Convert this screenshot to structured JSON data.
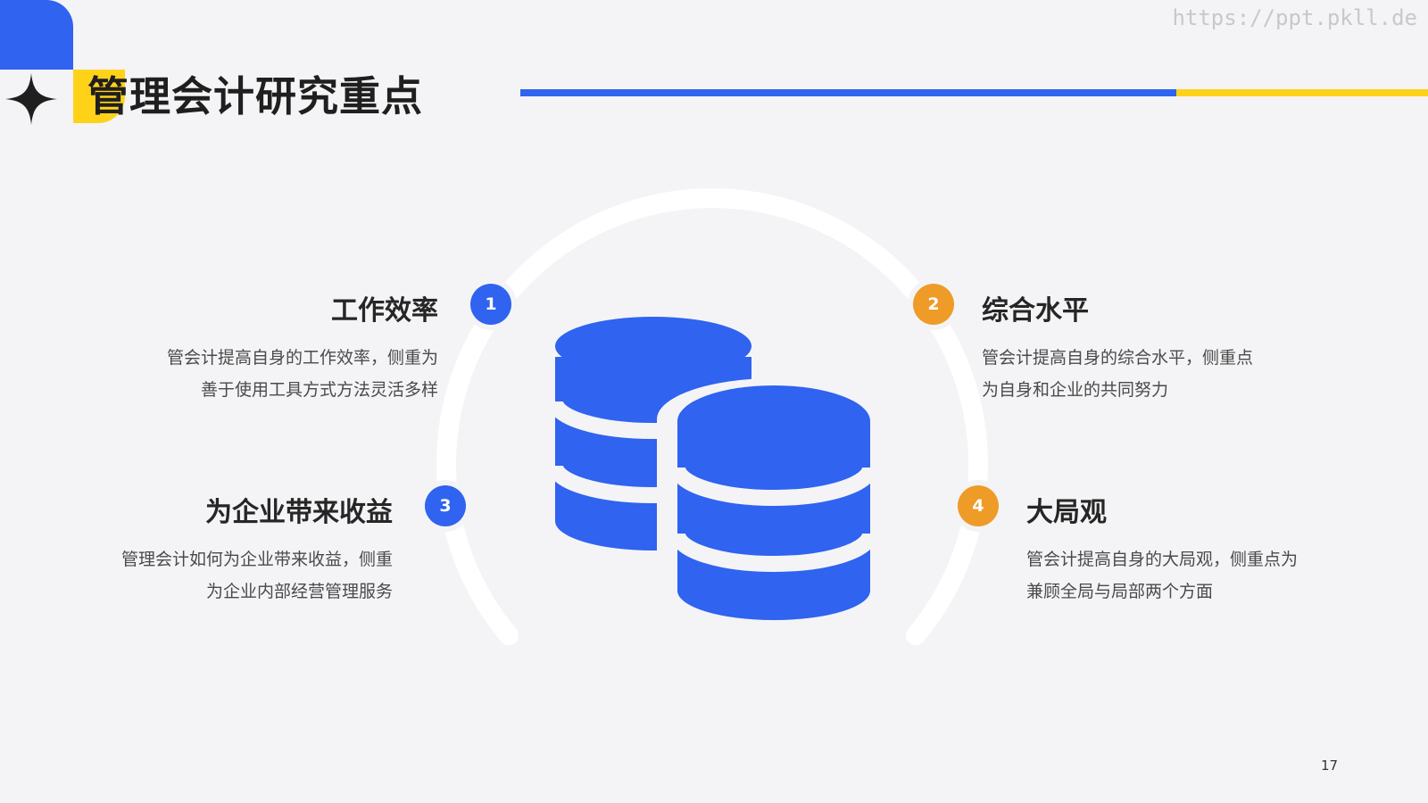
{
  "header": {
    "title": "管理会计研究重点",
    "watermark": "https://ppt.pkll.de"
  },
  "points": [
    {
      "number": "1",
      "title": "工作效率",
      "desc": "管会计提高自身的工作效率，侧重为善于使用工具方式方法灵活多样"
    },
    {
      "number": "2",
      "title": "综合水平",
      "desc": "管会计提高自身的综合水平，侧重点为自身和企业的共同努力"
    },
    {
      "number": "3",
      "title": "为企业带来收益",
      "desc": "管理会计如何为企业带来收益，侧重为企业内部经营管理服务"
    },
    {
      "number": "4",
      "title": "大局观",
      "desc": "管会计提高自身的大局观，侧重点为兼顾全局与局部两个方面"
    }
  ],
  "icons": {
    "decoration": "four-point-star-icon",
    "center": "database-stack-icon"
  },
  "colors": {
    "blue": "#2f63f0",
    "yellow": "#ffd21a",
    "orange": "#ee9b28"
  },
  "footer": {
    "page_number": "17"
  }
}
